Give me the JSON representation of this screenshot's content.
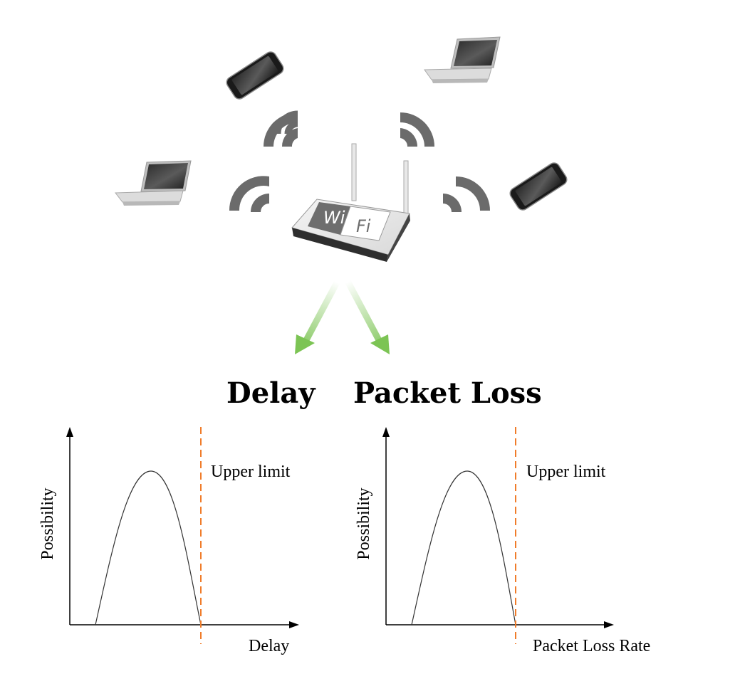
{
  "devices": {
    "phone_top_left": "smartphone-icon",
    "laptop_top_right": "laptop-icon",
    "laptop_left": "laptop-icon",
    "phone_right": "smartphone-icon",
    "router": "wifi-router-icon"
  },
  "router": {
    "badge_part1": "Wi",
    "badge_part2": "Fi"
  },
  "headings": {
    "delay": "Delay",
    "packet_loss": "Packet Loss"
  },
  "colors": {
    "signal": "#6b6b6b",
    "arrow": "#7cc454",
    "limit_line": "#f07c2a",
    "curve": "#333333"
  },
  "chart_data": [
    {
      "type": "line",
      "title": "",
      "xlabel": "Delay",
      "ylabel": "Possibility",
      "annotations": [
        {
          "text": "Upper limit",
          "kind": "vertical-dashed-line"
        }
      ],
      "series": [
        {
          "shape": "single-peaked distribution bounded by the upper limit"
        }
      ],
      "grid": false
    },
    {
      "type": "line",
      "title": "",
      "xlabel": "Packet Loss Rate",
      "ylabel": "Possibility",
      "annotations": [
        {
          "text": "Upper limit",
          "kind": "vertical-dashed-line"
        }
      ],
      "series": [
        {
          "shape": "single-peaked distribution bounded by the upper limit"
        }
      ],
      "grid": false
    }
  ]
}
